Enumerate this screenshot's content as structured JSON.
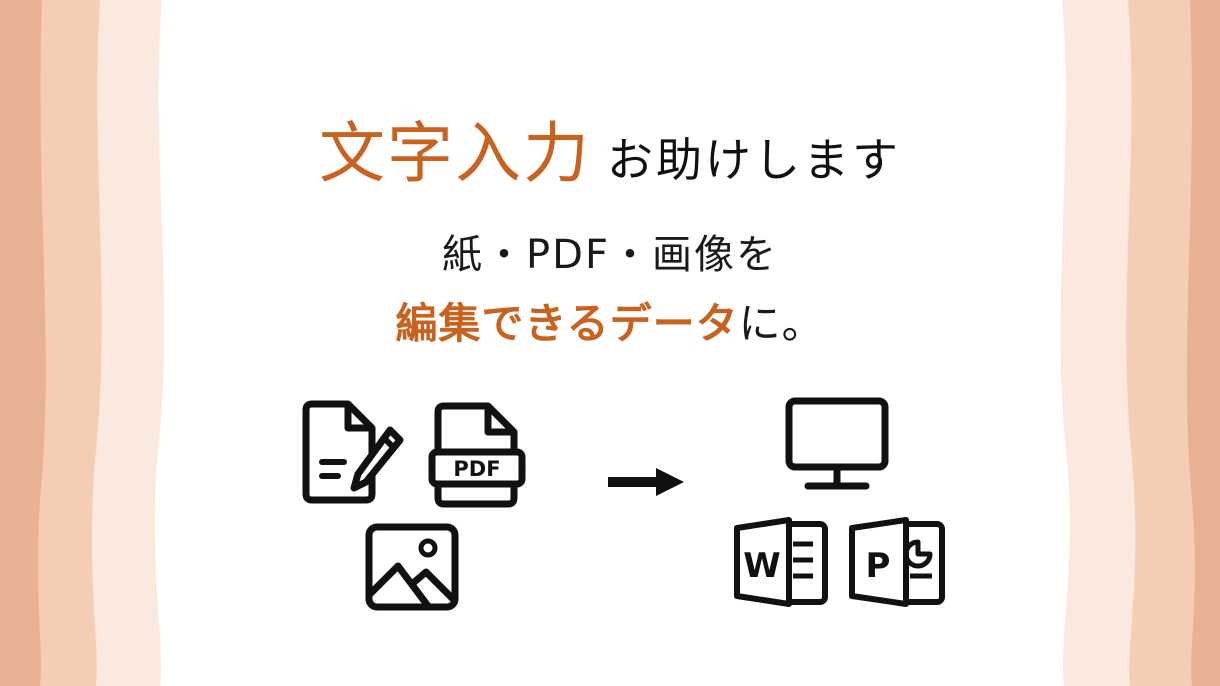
{
  "headline": {
    "accent": "文字入力",
    "rest": "お助けします"
  },
  "subtitle": {
    "line1": "紙・PDF・画像を",
    "line2_highlight": "編集できるデータ",
    "line2_tail": "に。"
  },
  "icons": {
    "sources": [
      "document-edit-icon",
      "pdf-file-icon",
      "image-icon"
    ],
    "arrow": "arrow-right-icon",
    "targets": [
      "monitor-icon",
      "word-icon",
      "powerpoint-icon"
    ],
    "pdf_label": "PDF",
    "word_label": "W",
    "ppt_label": "P"
  },
  "colors": {
    "accent": "#c8621e",
    "text": "#111111",
    "side_light": "#fbe9df",
    "side_mid": "#f5cdb5",
    "side_dark": "#e9b194"
  }
}
